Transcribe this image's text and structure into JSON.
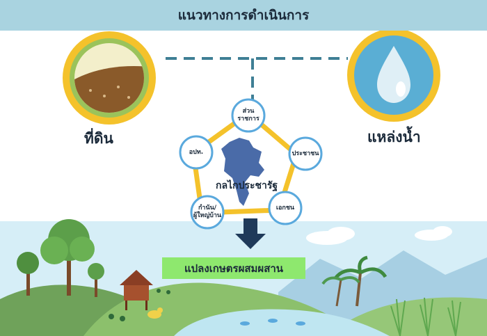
{
  "header": {
    "title": "แนวทางการดำเนินการ"
  },
  "resources": {
    "land_label": "ที่ดิน",
    "water_label": "แหล่งน้ำ"
  },
  "mechanism": {
    "label": "กลไกประชารัฐ",
    "nodes": [
      {
        "id": "government",
        "label": "ส่วน\nราชการ"
      },
      {
        "id": "people",
        "label": "ประชาชน"
      },
      {
        "id": "private",
        "label": "เอกชน"
      },
      {
        "id": "village-head",
        "label": "กำนัน/\nผู้ใหญ่บ้าน"
      },
      {
        "id": "local-admin",
        "label": "อปท."
      }
    ]
  },
  "result": {
    "label": "แปลงเกษตรผสมผสาน"
  },
  "colors": {
    "header_bg": "#a9d3e0",
    "pentagon": "#f4c22b",
    "node_ring": "#5aa9dd",
    "connector": "#3f7f95",
    "arrow": "#1f3a5a",
    "result_bg": "#8ee86e",
    "thailand_map": "#4a6ba8",
    "sky": "#d6eef7"
  }
}
